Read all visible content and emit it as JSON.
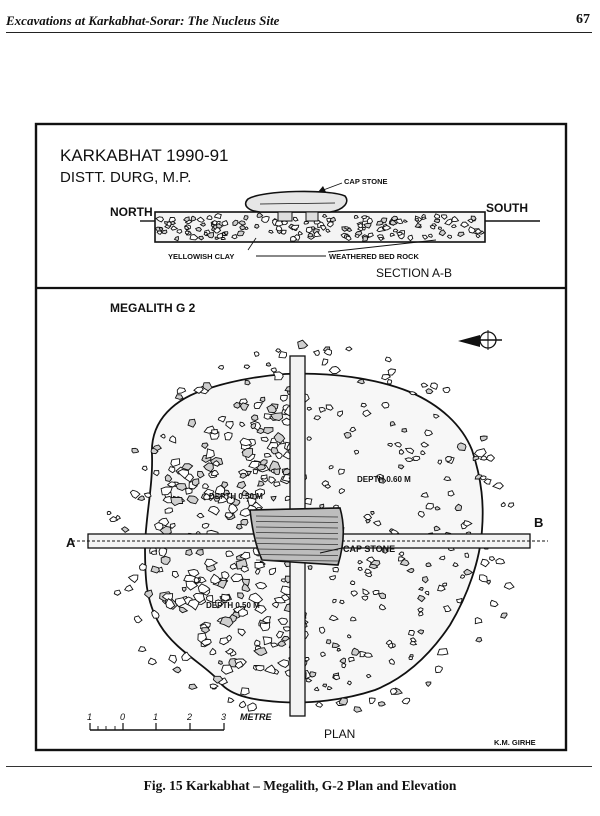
{
  "header": {
    "running_title": "Excavations at Karkabhat-Sorar: The Nucleus Site",
    "page_number": "67"
  },
  "figure": {
    "title": "KARKABHAT 1990-91",
    "district": "DISTT. DURG, M.P.",
    "section": {
      "cap_stone_label": "CAP STONE",
      "north_label": "NORTH",
      "south_label": "SOUTH",
      "yellowish_clay_label": "YELLOWISH CLAY",
      "bed_rock_label": "WEATHERED BED ROCK",
      "section_label": "SECTION A-B"
    },
    "plan": {
      "megalith_label": "MEGALITH G 2",
      "depth_nw": "DEPTH 0.50 M",
      "depth_ne": "DEPTH 0.60 M",
      "depth_sw": "DEPTH 0.50 M",
      "cap_stone_label": "CAP STONE",
      "point_a": "A",
      "point_b": "B",
      "plan_label": "PLAN",
      "scale_ticks": [
        "1",
        "0",
        "1",
        "2",
        "3"
      ],
      "scale_unit": "METRE",
      "author": "K.M. GIRHE"
    }
  },
  "caption": "Fig. 15 Karkabhat – Megalith, G-2 Plan and Elevation"
}
